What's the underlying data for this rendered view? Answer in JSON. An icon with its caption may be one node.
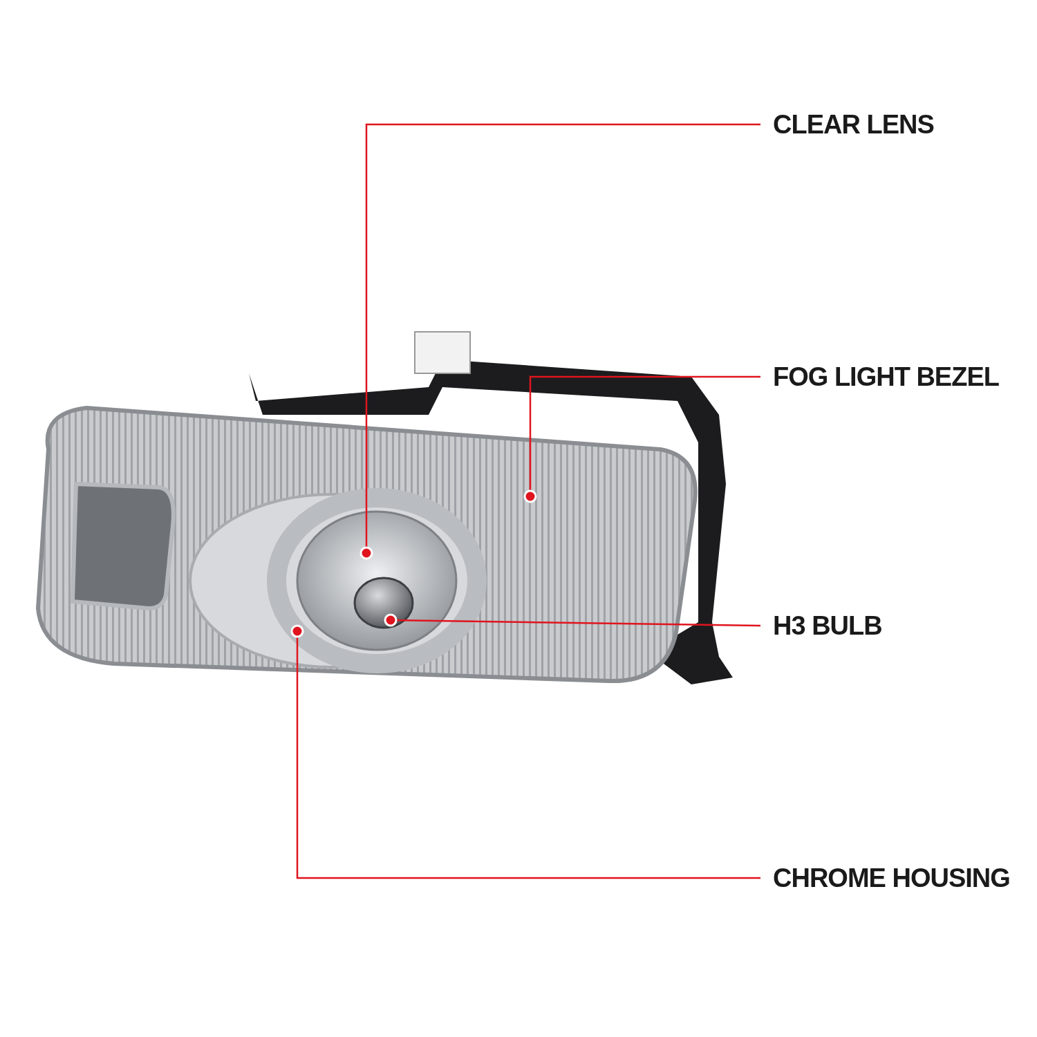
{
  "diagram": {
    "nodes": [
      {
        "text": [
          "CLEAR LENS"
        ]
      },
      {
        "text": [
          "FOG LIGHT BEZEL"
        ]
      },
      {
        "text": [
          "H3 BULB"
        ]
      },
      {
        "text": [
          "CHROME HOUSING"
        ]
      },
      {
        "text": [],
        "shape": "picture"
      },
      {
        "text": [],
        "shape": "circle",
        "in": 4
      },
      {
        "text": [],
        "shape": "circle",
        "in": 5
      },
      {
        "text": [],
        "shape": "circle",
        "in": 6
      }
    ],
    "edges": [
      {
        "from": 0,
        "to": 6,
        "arrow": "other"
      },
      {
        "from": 1,
        "to": 4,
        "arrow": "other"
      },
      {
        "from": 2,
        "to": 7,
        "arrow": "other"
      },
      {
        "from": 3,
        "to": 5,
        "arrow": "other"
      }
    ]
  }
}
